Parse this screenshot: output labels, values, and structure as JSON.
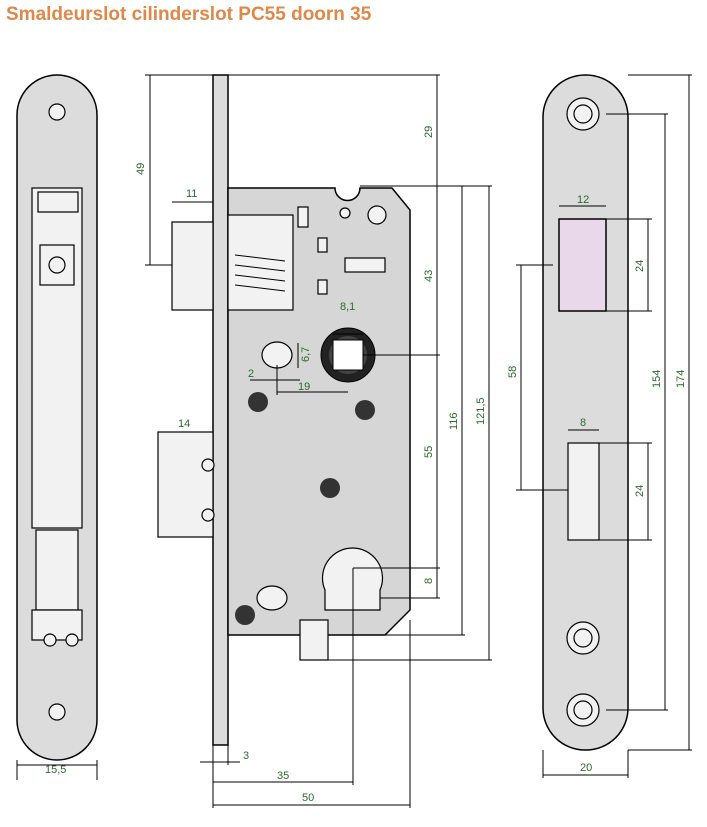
{
  "title": "Smaldeurslot cilinderslot PC55 doorn 35",
  "dimensions": {
    "left_plate_width": "15,5",
    "latch_top": "49",
    "latch_depth": "11",
    "bolt_depth": "14",
    "top_to_body": "29",
    "body_to_follower": "43",
    "backset_pc": "55",
    "cyl_to_bottom": "8",
    "body_height": "116",
    "total_body": "121,5",
    "follower_square": "8,1",
    "hole_height": "6,7",
    "hole_offset": "2",
    "hole_distance": "19",
    "plate_thickness": "3",
    "backset": "35",
    "case_depth": "50",
    "striker_width": "20",
    "latch_opening_width": "12",
    "latch_opening_height": "24",
    "opening_distance": "58",
    "bolt_opening_width": "8",
    "bolt_opening_height": "24",
    "screw_distance": "154",
    "striker_height": "174"
  },
  "colors": {
    "title": "#e0874a",
    "dimension_text": "#2d6b2d",
    "plate": "#dcdcdc",
    "opening": "#e8d8ea"
  }
}
